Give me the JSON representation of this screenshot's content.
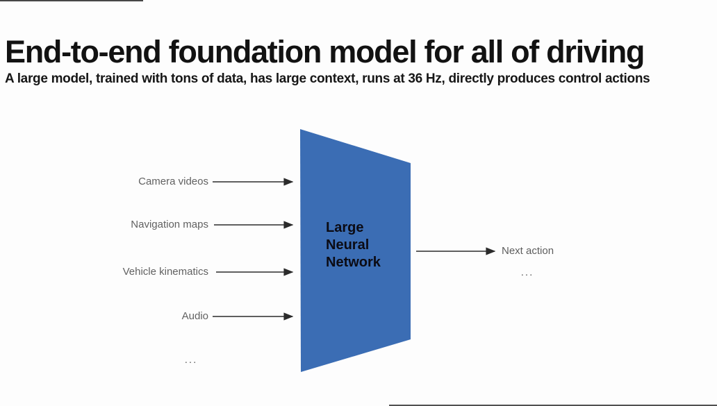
{
  "slide": {
    "title": "End-to-end foundation model for all of driving",
    "subtitle": "A large model, trained with tons of data, has large context, runs at 36 Hz, directly produces control actions"
  },
  "diagram": {
    "inputs": [
      "Camera videos",
      "Navigation maps",
      "Vehicle kinematics",
      "Audio"
    ],
    "inputs_more": "...",
    "node": {
      "lines": [
        "Large",
        "Neural",
        "Network"
      ],
      "fill": "#3b6db4"
    },
    "output": {
      "label": "Next action",
      "more": "..."
    },
    "colors": {
      "arrow": "#2b2b2b",
      "input_label_text": "#616161",
      "node_text": "#0b0b14",
      "title_text": "#121212"
    }
  }
}
